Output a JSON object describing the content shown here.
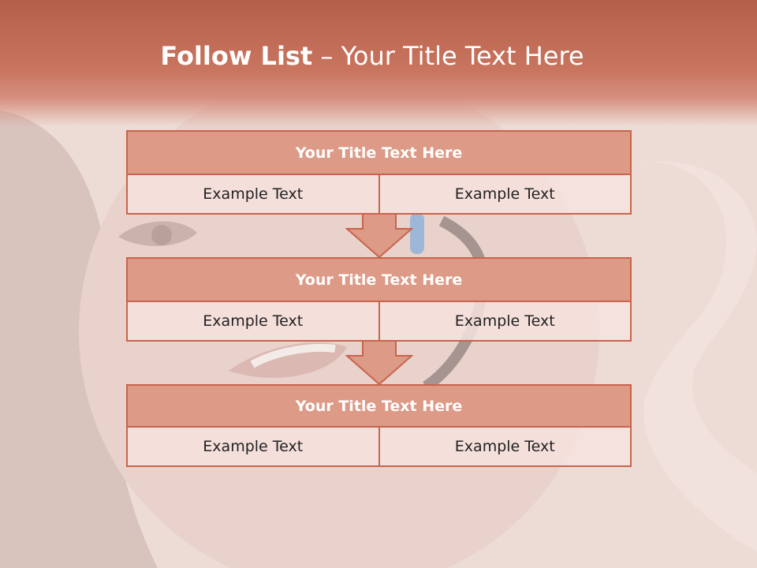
{
  "title": {
    "bold": "Follow List",
    "rest": " – Your Title Text Here"
  },
  "blocks": [
    {
      "title": "Your Title Text Here",
      "cells": [
        "Example Text",
        "Example Text"
      ]
    },
    {
      "title": "Your Title Text Here",
      "cells": [
        "Example Text",
        "Example Text"
      ]
    },
    {
      "title": "Your Title Text Here",
      "cells": [
        "Example Text",
        "Example Text"
      ]
    }
  ],
  "colors": {
    "header": "#c8745e",
    "box_fill": "#dc9a87",
    "box_border": "#c8644d",
    "arrow_fill": "#dc9a87"
  }
}
